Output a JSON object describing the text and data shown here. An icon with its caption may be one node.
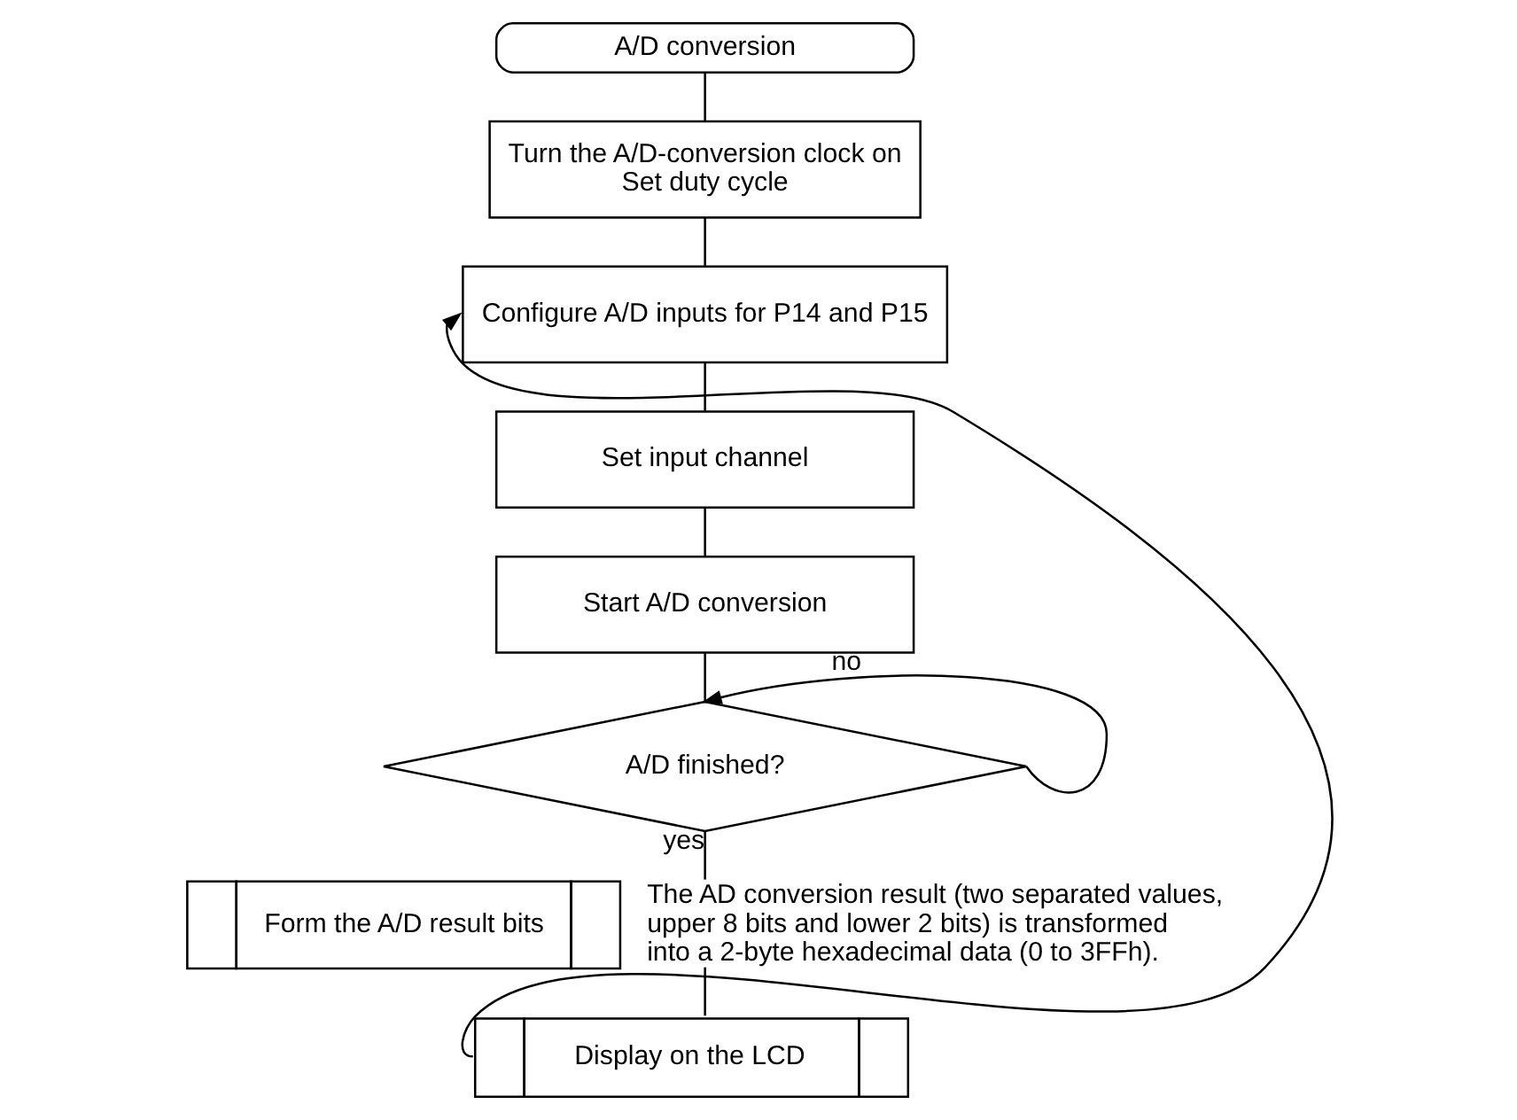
{
  "diagram": {
    "nodes": [
      {
        "text": [
          "A/D conversion"
        ]
      },
      {
        "text": [
          "Turn the A/D-conversion clock on",
          "Set duty cycle"
        ]
      },
      {
        "text": [
          "Configure A/D inputs for P14 and P15"
        ]
      },
      {
        "text": [
          "Set input channel"
        ]
      },
      {
        "text": [
          "Start A/D conversion"
        ]
      },
      {
        "text": [
          "A/D finished?"
        ]
      },
      {
        "text": [
          "Form the A/D result bits"
        ],
        "beside": [
          "The AD conversion result (two separated values, upper 8 bits and lower 2 bits) is transformed into a 2-byte hexadecimal data (0 to 3FFh)."
        ]
      },
      {
        "text": [
          "Display on the LCD"
        ]
      }
    ],
    "edges": [
      {
        "from": 0,
        "to": 1,
        "arrow": "none"
      },
      {
        "from": 1,
        "to": 2,
        "arrow": "none"
      },
      {
        "from": 2,
        "to": 3,
        "arrow": "none"
      },
      {
        "from": 3,
        "to": 4,
        "arrow": "none"
      },
      {
        "from": 4,
        "to": 5,
        "arrow": "none"
      },
      {
        "from": 5,
        "to": 5,
        "arrow": "to",
        "label": "no"
      },
      {
        "from": 5,
        "to": 6,
        "arrow": "none",
        "label": "yes"
      },
      {
        "from": 6,
        "to": 7,
        "arrow": "none"
      },
      {
        "from": 7,
        "to": 2,
        "arrow": "to"
      }
    ]
  }
}
